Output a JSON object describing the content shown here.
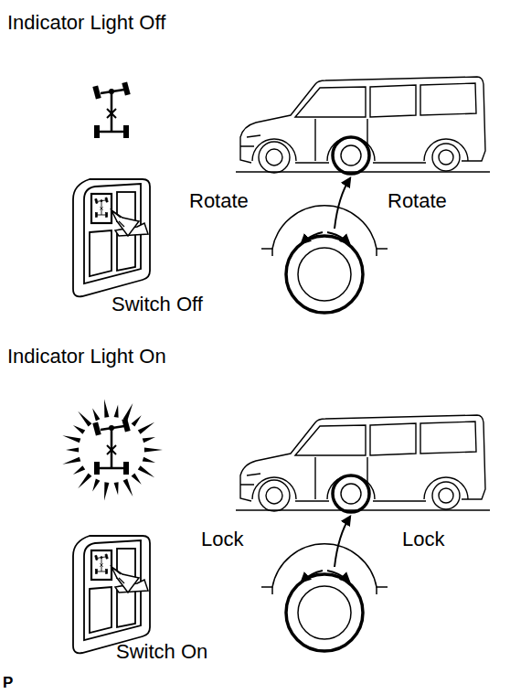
{
  "diagram": {
    "labels": [
      "Indicator Light Off",
      "Switch Off",
      "Rotate",
      "Rotate",
      "Indicator Light On",
      "Lock",
      "Lock",
      "Switch On",
      "P"
    ]
  }
}
